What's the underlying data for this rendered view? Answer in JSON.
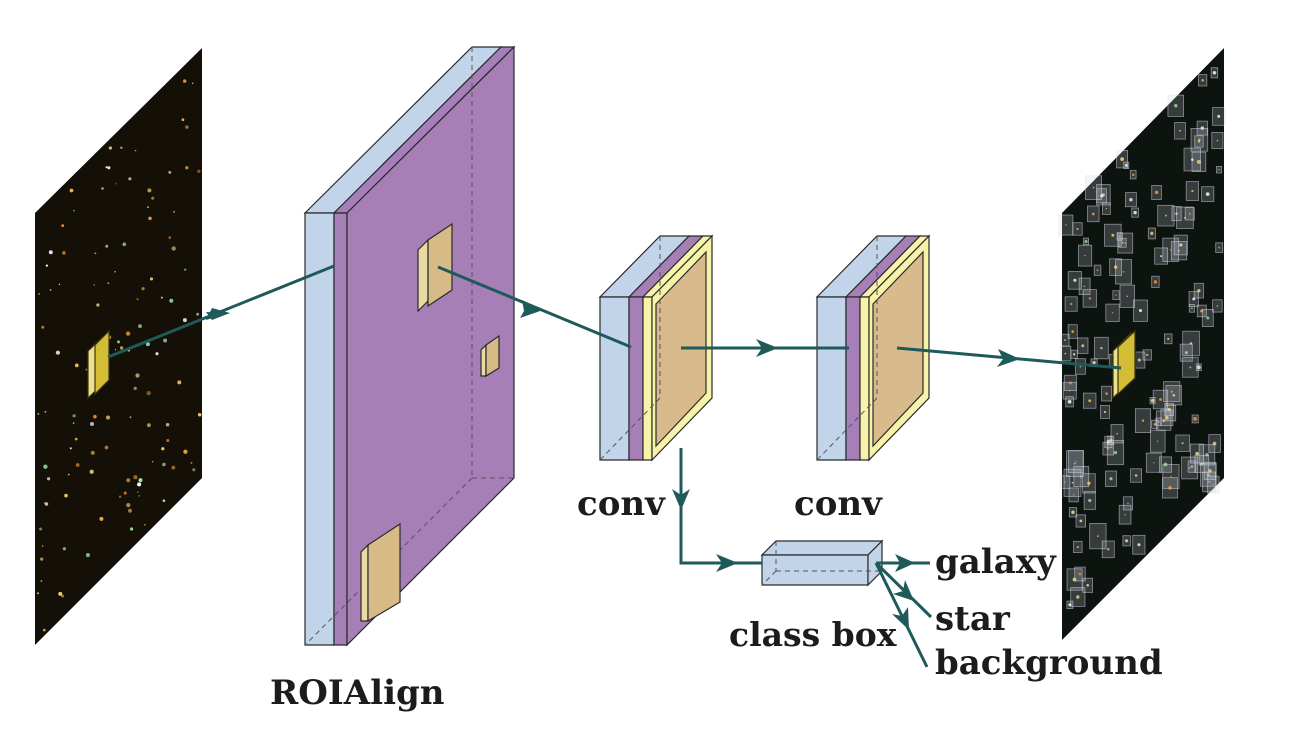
{
  "labels": {
    "roialign": "ROIAlign",
    "conv_left": "conv",
    "conv_right": "conv",
    "class_box": "class box",
    "galaxy": "galaxy",
    "star": "star",
    "background": "background"
  },
  "colors": {
    "arrow": "#1e5a5a",
    "slab_blue": "#c2d4ea",
    "slab_purple": "#a57fb6",
    "slab_tan": "#d8ba8c",
    "slab_yellow": "#f7f3a8",
    "sky": "#141008",
    "highlight": "#d2bd35"
  }
}
